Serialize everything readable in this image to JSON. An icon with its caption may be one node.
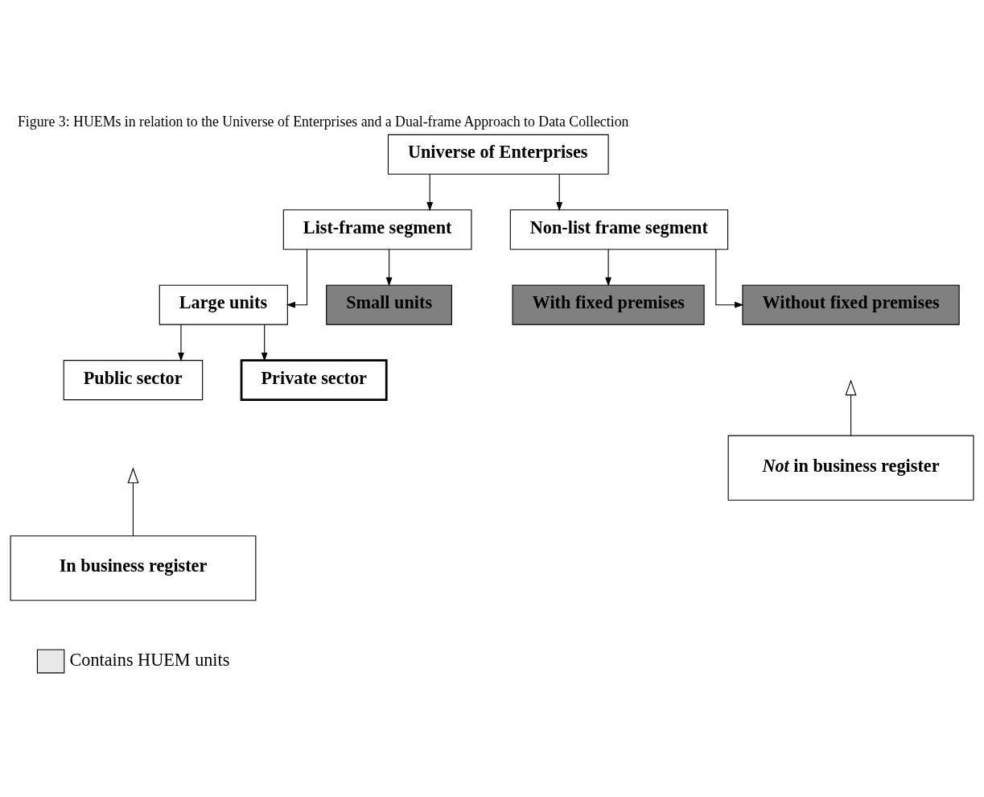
{
  "diagram": {
    "title": "Figure 3: HUEMs in relation to the Universe of Enterprises and a Dual-frame Approach to Data Collection",
    "nodes": [
      {
        "text": [
          "Universe of Enterprises"
        ]
      },
      {
        "text": [
          "List-frame segment"
        ]
      },
      {
        "text": [
          "Non-list frame segment"
        ]
      },
      {
        "text": [
          "Large units"
        ]
      },
      {
        "text": [
          "Small units"
        ]
      },
      {
        "text": [
          "With fixed premises"
        ]
      },
      {
        "text": [
          "Without fixed premises"
        ]
      },
      {
        "text": [
          "Public sector"
        ]
      },
      {
        "text": [
          "Private sector"
        ]
      },
      {
        "text": [
          "In business register"
        ]
      },
      {
        "text": [
          "*Not* in business register"
        ]
      }
    ],
    "edges": [
      {
        "from": 0,
        "to": 1,
        "arrow": "to"
      },
      {
        "from": 0,
        "to": 2,
        "arrow": "to"
      },
      {
        "from": 1,
        "to": 3,
        "arrow": "to"
      },
      {
        "from": 1,
        "to": 4,
        "arrow": "to"
      },
      {
        "from": 2,
        "to": 5,
        "arrow": "to"
      },
      {
        "from": 2,
        "to": 6,
        "arrow": "to"
      },
      {
        "from": 3,
        "to": 7,
        "arrow": "to"
      },
      {
        "from": 3,
        "to": 8,
        "arrow": "to"
      },
      {
        "from": 9,
        "to": null,
        "arrow": "to"
      },
      {
        "from": 10,
        "to": null,
        "arrow": "to"
      }
    ],
    "legend": [
      {
        "text": "Contains HUEM units",
        "color": "#e8e8e8"
      }
    ]
  }
}
